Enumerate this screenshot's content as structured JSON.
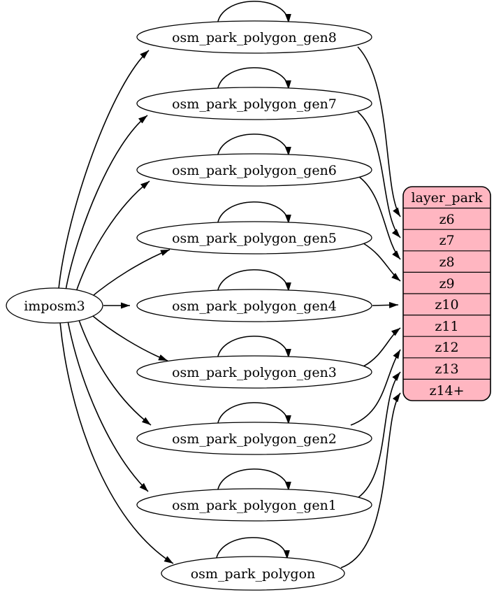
{
  "nodes": {
    "source": "imposm3",
    "tables": [
      "osm_park_polygon_gen8",
      "osm_park_polygon_gen7",
      "osm_park_polygon_gen6",
      "osm_park_polygon_gen5",
      "osm_park_polygon_gen4",
      "osm_park_polygon_gen3",
      "osm_park_polygon_gen2",
      "osm_park_polygon_gen1",
      "osm_park_polygon"
    ]
  },
  "layer_table": {
    "header": "layer_park",
    "rows": [
      "z6",
      "z7",
      "z8",
      "z9",
      "z10",
      "z11",
      "z12",
      "z13",
      "z14+"
    ]
  },
  "edges": {
    "from_source_to": [
      "osm_park_polygon_gen8",
      "osm_park_polygon_gen7",
      "osm_park_polygon_gen6",
      "osm_park_polygon_gen5",
      "osm_park_polygon_gen4",
      "osm_park_polygon_gen3",
      "osm_park_polygon_gen2",
      "osm_park_polygon_gen1",
      "osm_park_polygon"
    ],
    "self_loops": [
      "osm_park_polygon_gen8",
      "osm_park_polygon_gen7",
      "osm_park_polygon_gen6",
      "osm_park_polygon_gen5",
      "osm_park_polygon_gen4",
      "osm_park_polygon_gen3",
      "osm_park_polygon_gen2",
      "osm_park_polygon_gen1",
      "osm_park_polygon"
    ],
    "to_layer_rows": [
      {
        "from": "osm_park_polygon_gen8",
        "to": "z6"
      },
      {
        "from": "osm_park_polygon_gen7",
        "to": "z7"
      },
      {
        "from": "osm_park_polygon_gen6",
        "to": "z8"
      },
      {
        "from": "osm_park_polygon_gen5",
        "to": "z9"
      },
      {
        "from": "osm_park_polygon_gen4",
        "to": "z10"
      },
      {
        "from": "osm_park_polygon_gen3",
        "to": "z11"
      },
      {
        "from": "osm_park_polygon_gen2",
        "to": "z12"
      },
      {
        "from": "osm_park_polygon_gen1",
        "to": "z13"
      },
      {
        "from": "osm_park_polygon",
        "to": "z14+"
      }
    ]
  },
  "colors": {
    "layer_fill": "#ffb6c1",
    "node_fill": "#ffffff",
    "stroke": "#000000"
  }
}
